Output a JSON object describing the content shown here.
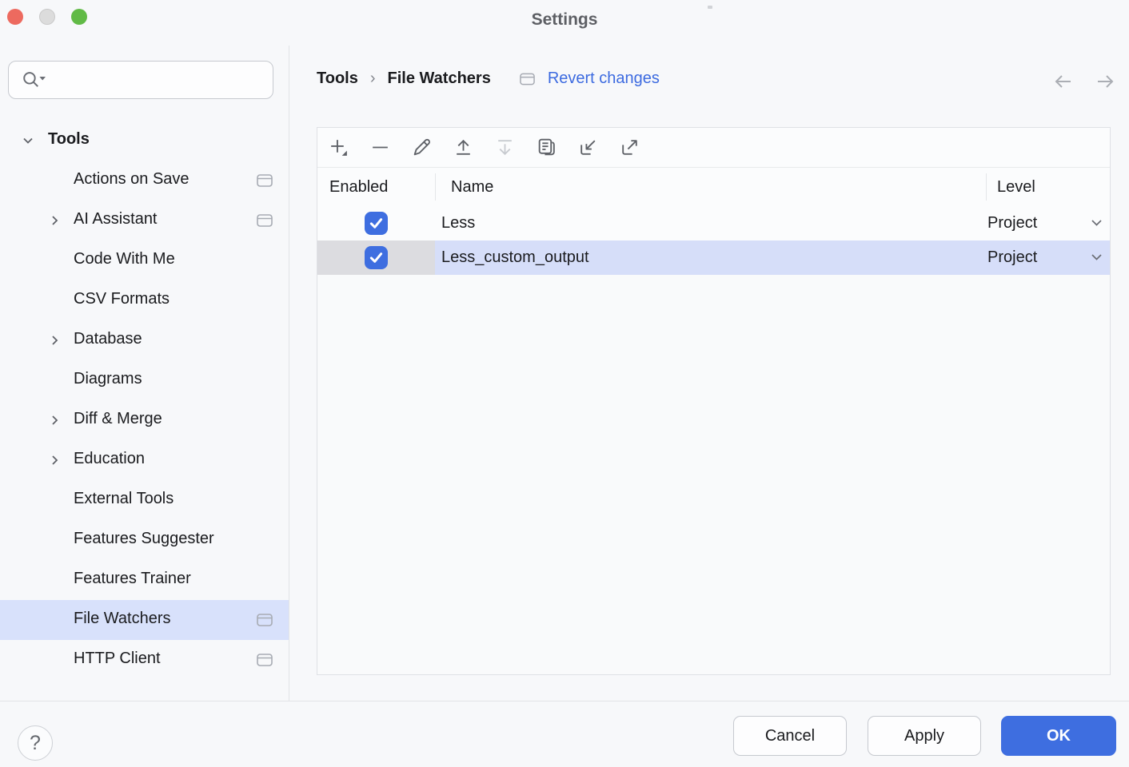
{
  "window": {
    "title": "Settings"
  },
  "titlebar": {
    "buttons": [
      "close",
      "minimize",
      "zoom"
    ]
  },
  "sidebar": {
    "search": {
      "placeholder": "",
      "value": "",
      "icon": "magnifier-with-dropdown"
    },
    "items": [
      {
        "label": "Tools",
        "type": "group",
        "chevron": "down",
        "badge": false,
        "selected": false
      },
      {
        "label": "Actions on Save",
        "type": "child",
        "chevron": "none",
        "badge": true,
        "selected": false
      },
      {
        "label": "AI Assistant",
        "type": "child",
        "chevron": "right",
        "badge": true,
        "selected": false
      },
      {
        "label": "Code With Me",
        "type": "child",
        "chevron": "none",
        "badge": false,
        "selected": false
      },
      {
        "label": "CSV Formats",
        "type": "child",
        "chevron": "none",
        "badge": false,
        "selected": false
      },
      {
        "label": "Database",
        "type": "child",
        "chevron": "right",
        "badge": false,
        "selected": false
      },
      {
        "label": "Diagrams",
        "type": "child",
        "chevron": "none",
        "badge": false,
        "selected": false
      },
      {
        "label": "Diff & Merge",
        "type": "child",
        "chevron": "right",
        "badge": false,
        "selected": false
      },
      {
        "label": "Education",
        "type": "child",
        "chevron": "right",
        "badge": false,
        "selected": false
      },
      {
        "label": "External Tools",
        "type": "child",
        "chevron": "none",
        "badge": false,
        "selected": false
      },
      {
        "label": "Features Suggester",
        "type": "child",
        "chevron": "none",
        "badge": false,
        "selected": false
      },
      {
        "label": "Features Trainer",
        "type": "child",
        "chevron": "none",
        "badge": false,
        "selected": false
      },
      {
        "label": "File Watchers",
        "type": "child",
        "chevron": "none",
        "badge": true,
        "selected": true
      },
      {
        "label": "HTTP Client",
        "type": "child",
        "chevron": "none",
        "badge": true,
        "selected": false
      }
    ],
    "help_label": "?"
  },
  "breadcrumb": {
    "parent": "Tools",
    "separator": "›",
    "current": "File Watchers",
    "modified_icon": "window-badge",
    "revert_label": "Revert changes"
  },
  "header_nav": {
    "back_icon": "arrow-left",
    "forward_icon": "arrow-right"
  },
  "toolbar": {
    "buttons": [
      "add",
      "remove",
      "edit",
      "move-up",
      "move-down",
      "duplicate",
      "import",
      "export"
    ],
    "disabled": [
      "move-down"
    ]
  },
  "table": {
    "columns": {
      "enabled": "Enabled",
      "name": "Name",
      "level": "Level"
    },
    "rows": [
      {
        "enabled": true,
        "name": "Less",
        "level": "Project",
        "selected": false
      },
      {
        "enabled": true,
        "name": "Less_custom_output",
        "level": "Project",
        "selected": true
      }
    ]
  },
  "footer": {
    "cancel_label": "Cancel",
    "apply_label": "Apply",
    "ok_label": "OK"
  },
  "colors": {
    "accent_blue": "#3e6ee0",
    "link_blue": "#3d6be0",
    "row_selection": "#d6def9",
    "sidebar_selection": "#d8e1fb",
    "selected_enabled_cell": "#dcdce0",
    "window_bg": "#f7f8fa",
    "traffic_close": "#ed6a5f",
    "traffic_minimize": "#dcdcdc",
    "traffic_zoom": "#61ba46"
  }
}
